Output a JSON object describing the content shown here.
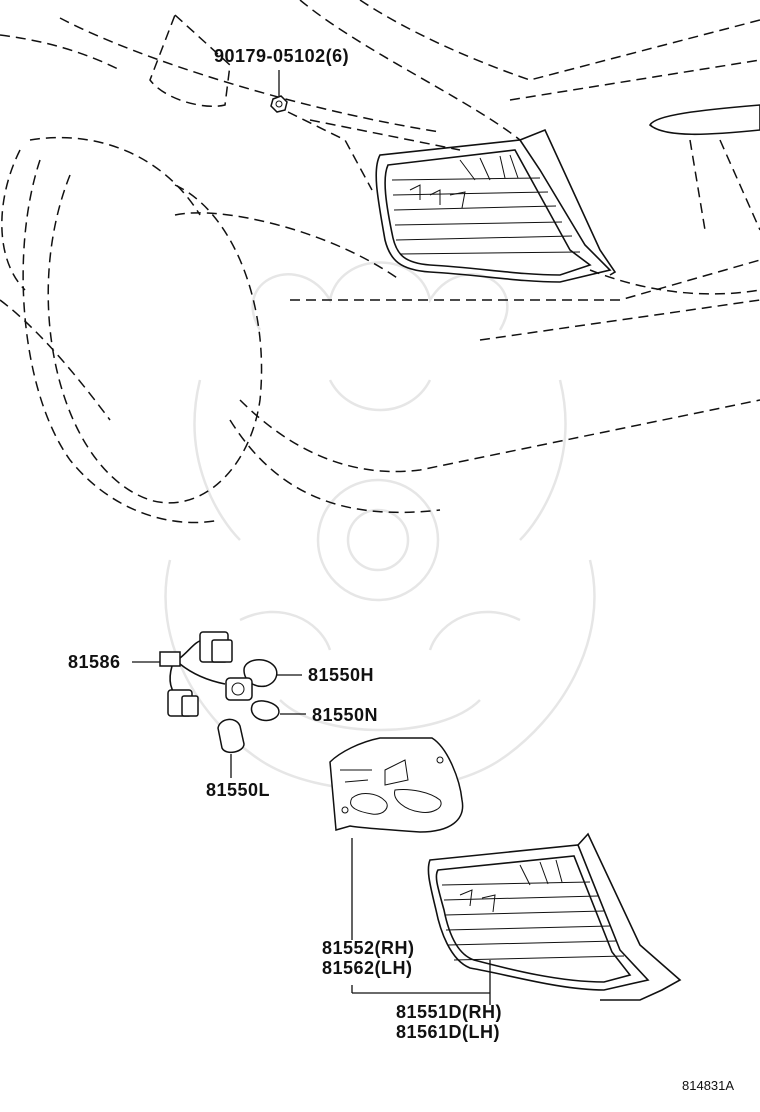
{
  "labels": {
    "bolt": "90179-05102(6)",
    "wire": "81586",
    "bulb_h": "81550H",
    "bulb_n": "81550N",
    "bulb_l": "81550L",
    "plate_rh": "81552(RH)",
    "plate_lh": "81562(LH)",
    "lamp_rh": "81551D(RH)",
    "lamp_lh": "81561D(LH)"
  },
  "illustration_id": "814831A"
}
